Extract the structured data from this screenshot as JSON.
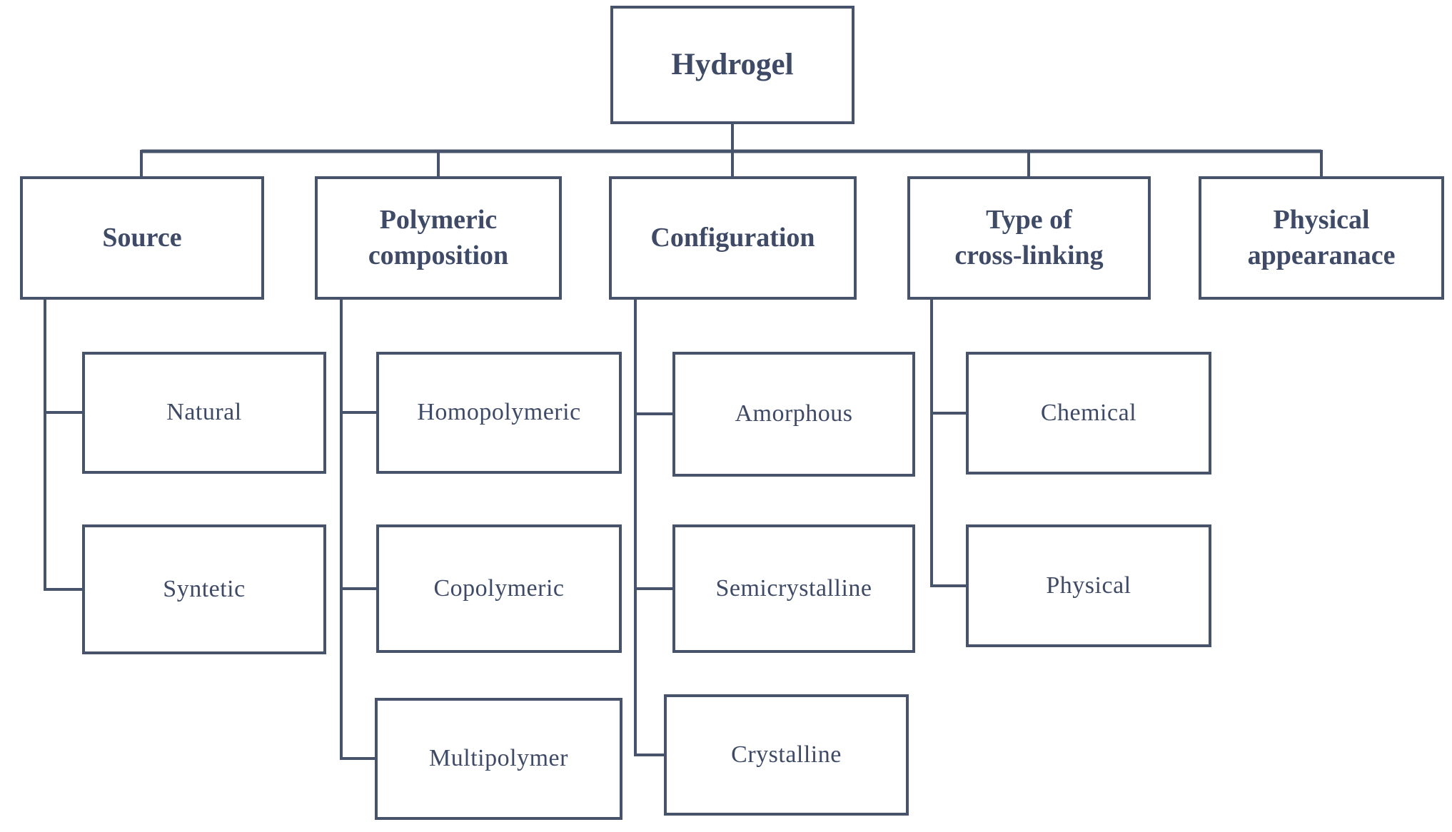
{
  "diagram": {
    "root": {
      "label": "Hydrogel",
      "lines": [
        "Hydrogel"
      ]
    },
    "categories": [
      {
        "label": "Source",
        "lines": [
          "Source"
        ],
        "children": [
          {
            "label": "Natural",
            "lines": [
              "Natural"
            ]
          },
          {
            "label": "Syntetic",
            "lines": [
              "Syntetic"
            ]
          }
        ]
      },
      {
        "label": "Polymeric composition",
        "lines": [
          "Polymeric",
          "composition"
        ],
        "children": [
          {
            "label": "Homopolymeric",
            "lines": [
              "Homopolymeric"
            ]
          },
          {
            "label": "Copolymeric",
            "lines": [
              "Copolymeric"
            ]
          },
          {
            "label": "Multipolymer",
            "lines": [
              "Multipolymer"
            ]
          }
        ]
      },
      {
        "label": "Configuration",
        "lines": [
          "Configuration"
        ],
        "children": [
          {
            "label": "Amorphous",
            "lines": [
              "Amorphous"
            ]
          },
          {
            "label": "Semicrystalline",
            "lines": [
              "Semicrystalline"
            ]
          },
          {
            "label": "Crystalline",
            "lines": [
              "Crystalline"
            ]
          }
        ]
      },
      {
        "label": "Type of cross-linking",
        "lines": [
          "Type of",
          "cross-linking"
        ],
        "children": [
          {
            "label": "Chemical",
            "lines": [
              "Chemical"
            ]
          },
          {
            "label": "Physical",
            "lines": [
              "Physical"
            ]
          }
        ]
      },
      {
        "label": "Physical appearanace",
        "lines": [
          "Physical",
          "appearanace"
        ],
        "children": []
      }
    ],
    "colors": {
      "line": "#47526b",
      "text": "#3e4a66",
      "background": "#ffffff"
    }
  }
}
